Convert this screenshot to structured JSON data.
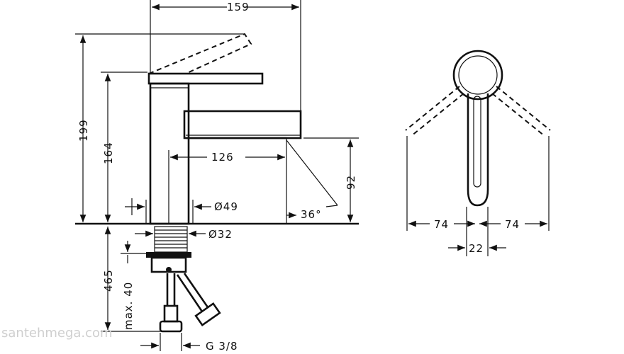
{
  "dimensions": {
    "width_159": "159",
    "height_199": "199",
    "height_164": "164",
    "reach_126": "126",
    "height_92": "92",
    "angle_36": "36°",
    "dia_49": "Ø49",
    "dia_32": "Ø32",
    "length_465": "465",
    "max_40": "max. 40",
    "thread_g38": "G 3/8",
    "side_74_left": "74",
    "side_74_right": "74",
    "width_22": "22"
  },
  "watermark": "santehmega.com"
}
